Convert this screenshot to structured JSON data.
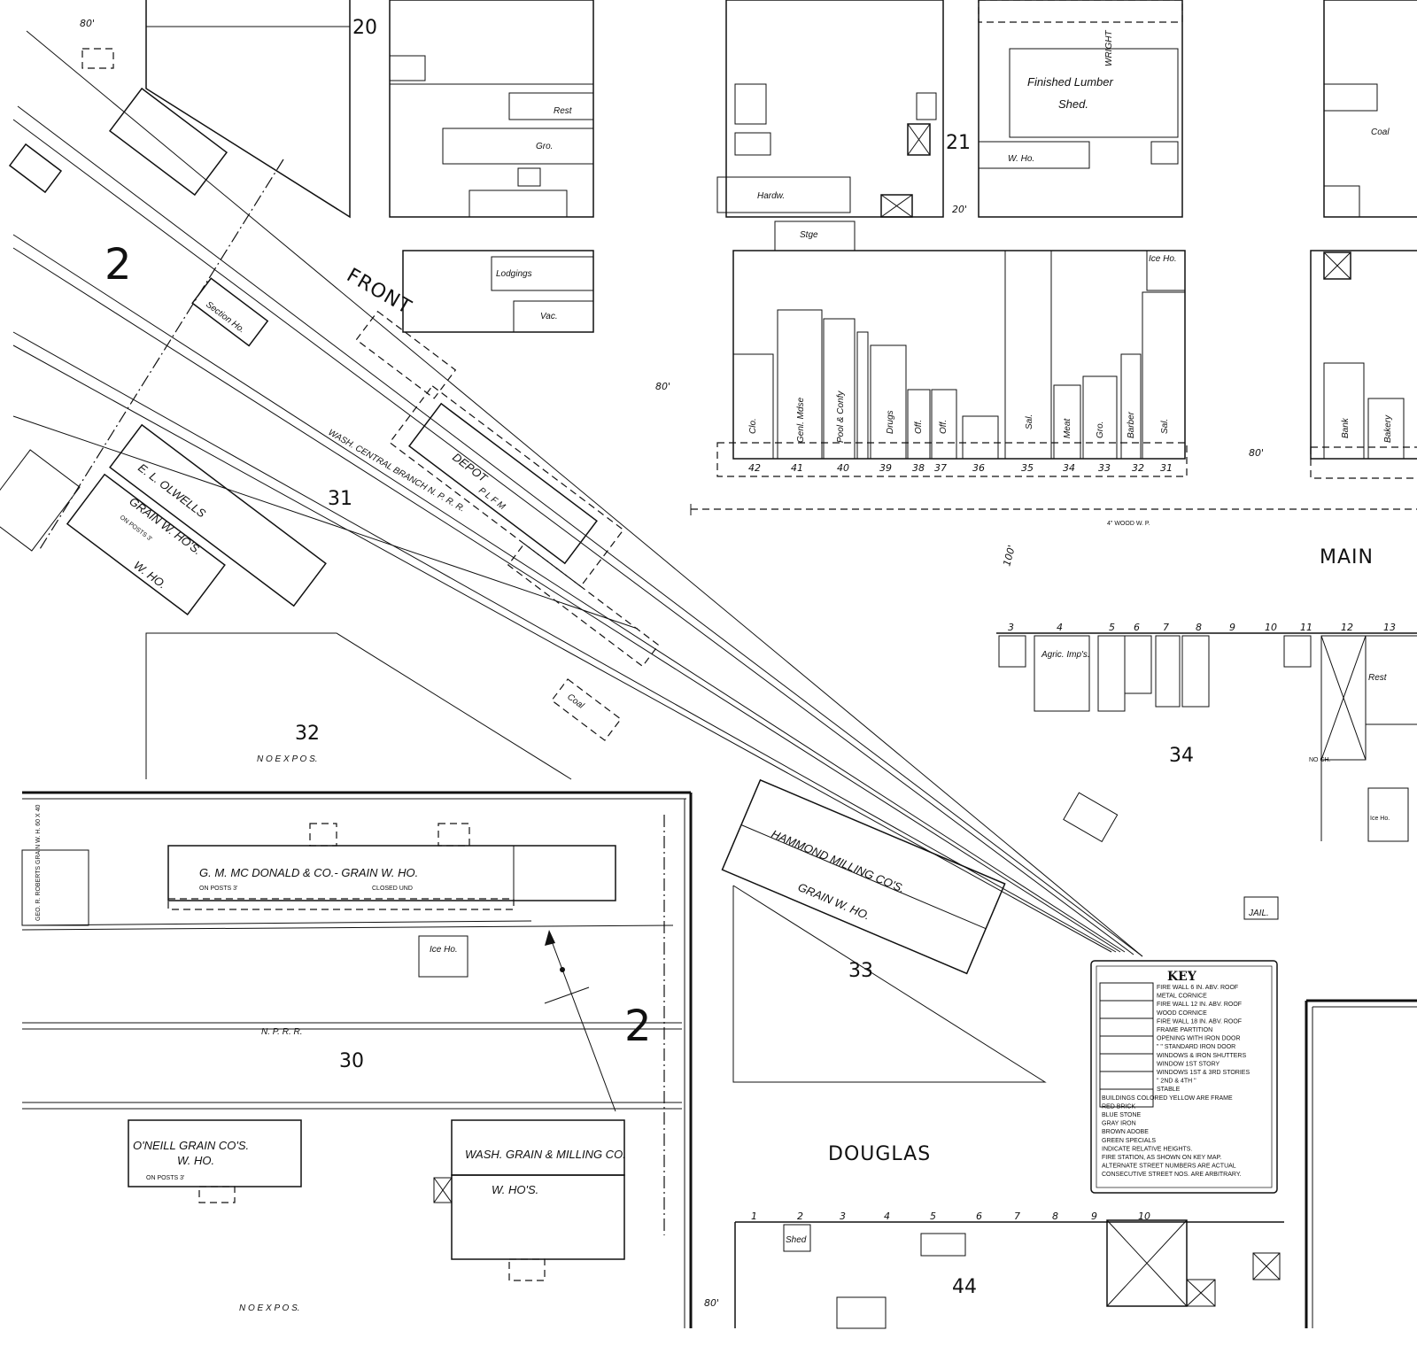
{
  "sheet": {
    "sheet_number_top": "2",
    "sheet_number_bottom": "2"
  },
  "streets": {
    "front": "FRONT",
    "main": "MAIN",
    "douglas": "DOUGLAS"
  },
  "blocks": {
    "b20": "20",
    "b21": "21",
    "b30": "30",
    "b31": "31",
    "b32": "32",
    "b33": "33",
    "b34": "34",
    "b44": "44"
  },
  "railroads": {
    "branch": "WASH. CENTRAL BRANCH N. P. R. R.",
    "npr": "N. P. R. R."
  },
  "buildings": {
    "depot": "DEPOT",
    "platform": "P L F M",
    "olwell_1": "E. L. OLWELLS",
    "olwell_2": "GRAIN W. HO'S.",
    "olwell_posts": "ON POSTS 3'",
    "olwell_wh": "W. HO.",
    "section": "Section Ho.",
    "mcdonald": "G. M. MC DONALD & CO.- GRAIN W. HO.",
    "mcdonald_posts": "ON POSTS 3'",
    "mcdonald_closed": "CLOSED UND",
    "roberts": "GEO. R. ROBERTS GRAIN W. H. 60 X 40",
    "icehouse": "Ice Ho.",
    "oneill_1": "O'NEILL GRAIN CO'S.",
    "oneill_2": "W. HO.",
    "oneill_posts": "ON POSTS 3'",
    "wash_1": "WASH. GRAIN & MILLING CO.",
    "wash_2": "W. HO'S.",
    "hammond_1": "HAMMOND MILLING CO'S.",
    "hammond_2": "GRAIN W. HO.",
    "coal_shed": "Coal",
    "whp": "W. Ho.",
    "lodgings": "Lodgings",
    "vac": "Vac.",
    "rest": "Rest",
    "gro": "Gro.",
    "finished_lumber_1": "Finished Lumber",
    "finished_lumber_2": "Shed.",
    "wright": "WRIGHT",
    "w_ho": "W. Ho.",
    "hardw": "Hardw.",
    "stge": "Stge",
    "clo": "Clo.",
    "genl": "Genl. Mdse",
    "pool": "Pool & Confy",
    "drugs": "Drugs",
    "off": "Off.",
    "sal": "Sal.",
    "meat": "Meat",
    "barber": "Barber",
    "ice_ho": "Ice Ho.",
    "bank": "Bank",
    "bakery": "Bakery",
    "coal_right": "Coal",
    "agric": "Agric. Imp's.",
    "jail": "JAIL.",
    "shed": "Shed",
    "ice_ho_right": "Ice Ho.",
    "no_expos": "N O   E X P O S.",
    "no_ch": "NO CH.",
    "wood_wp": "4\" WOOD W. P."
  },
  "street_numbers_main_south": [
    "3",
    "4",
    "5",
    "6",
    "7",
    "8",
    "9",
    "10",
    "11",
    "12",
    "13"
  ],
  "street_numbers_main_north": [
    "42",
    "41",
    "40",
    "39",
    "38",
    "37",
    "36",
    "35",
    "34",
    "33",
    "32",
    "31"
  ],
  "street_numbers_douglas": [
    "1",
    "2",
    "3",
    "4",
    "5",
    "6",
    "7",
    "8",
    "9",
    "10"
  ],
  "key": {
    "title": "KEY",
    "lines": [
      "FIRE WALL 6 IN. ABV. ROOF",
      "METAL CORNICE",
      "FIRE WALL 12 IN. ABV. ROOF",
      "WOOD CORNICE",
      "FIRE WALL 18 IN. ABV. ROOF",
      "FRAME PARTITION",
      "OPENING WITH IRON DOOR",
      "\" \" STANDARD IRON DOOR",
      "WINDOWS & IRON SHUTTERS",
      "WINDOW 1ST STORY",
      "WINDOWS 1ST & 3RD STORIES",
      "\" 2ND & 4TH \"",
      "STABLE",
      "BUILDINGS COLORED YELLOW ARE FRAME",
      "RED BRICK",
      "BLUE STONE",
      "GRAY IRON",
      "BROWN ADOBE",
      "GREEN SPECIALS",
      "INDICATE RELATIVE HEIGHTS.",
      "FIRE STATION, AS SHOWN ON KEY MAP.",
      "ALTERNATE STREET NUMBERS ARE ACTUAL",
      "CONSECUTIVE STREET NOS. ARE ARBITRARY."
    ]
  },
  "dims": {
    "d80": "80'",
    "d100": "100'",
    "d20": "20'"
  }
}
